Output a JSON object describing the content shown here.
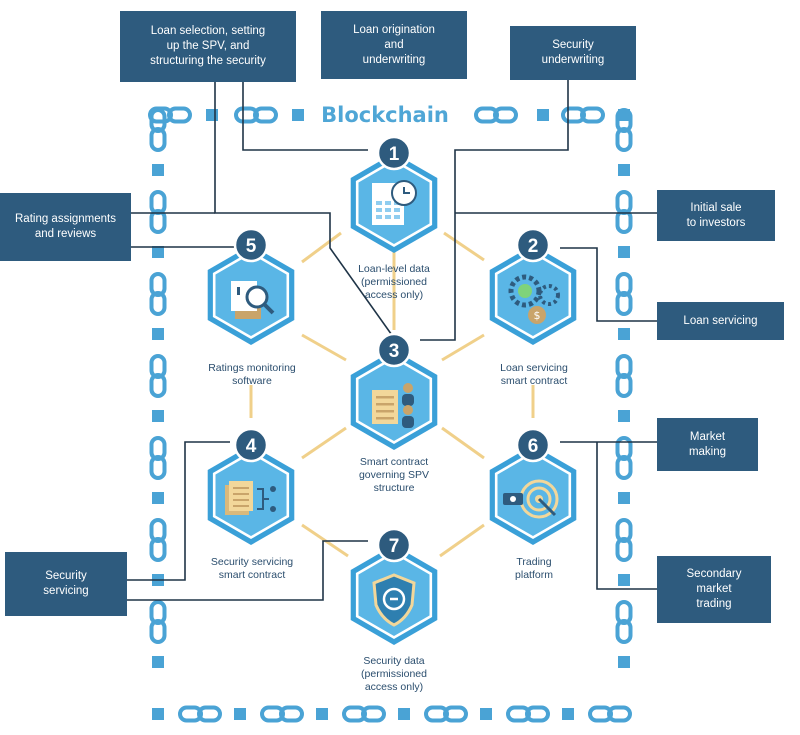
{
  "title": "Blockchain",
  "colors": {
    "box_fill": "#2e5b7e",
    "hex_outer": "#3aa0d8",
    "hex_inner": "#5ab6e6",
    "chain": "#4aa3d5",
    "connector": "#f0d08a",
    "text": "#2b4e6e",
    "line": "#1f3447"
  },
  "outer_boxes": [
    {
      "id": "loan-selection",
      "label": "Loan selection, setting\nup the SPV, and\nstructuring the security"
    },
    {
      "id": "loan-origination",
      "label": "Loan origination\nand\nunderwriting"
    },
    {
      "id": "security-underwriting",
      "label": "Security\nunderwriting"
    },
    {
      "id": "rating-assignments",
      "label": "Rating assignments\nand reviews"
    },
    {
      "id": "initial-sale",
      "label": "Initial sale\nto investors"
    },
    {
      "id": "loan-servicing",
      "label": "Loan servicing"
    },
    {
      "id": "market-making",
      "label": "Market\nmaking"
    },
    {
      "id": "security-servicing",
      "label": "Security\nservicing"
    },
    {
      "id": "secondary-market",
      "label": "Secondary\nmarket\ntrading"
    }
  ],
  "nodes": [
    {
      "number": "1",
      "label": "Loan-level data\n(permissioned\naccess only)",
      "icon": "document-clock-icon"
    },
    {
      "number": "2",
      "label": "Loan servicing\nsmart contract",
      "icon": "gears-icon"
    },
    {
      "number": "3",
      "label": "Smart contract\ngoverning SPV\nstructure",
      "icon": "contract-people-icon"
    },
    {
      "number": "4",
      "label": "Security servicing\nsmart contract",
      "icon": "document-flow-icon"
    },
    {
      "number": "5",
      "label": "Ratings monitoring\nsoftware",
      "icon": "magnifier-documents-icon"
    },
    {
      "number": "6",
      "label": "Trading\nplatform",
      "icon": "target-cash-icon"
    },
    {
      "number": "7",
      "label": "Security data\n(permissioned\naccess only)",
      "icon": "shield-icon"
    }
  ]
}
